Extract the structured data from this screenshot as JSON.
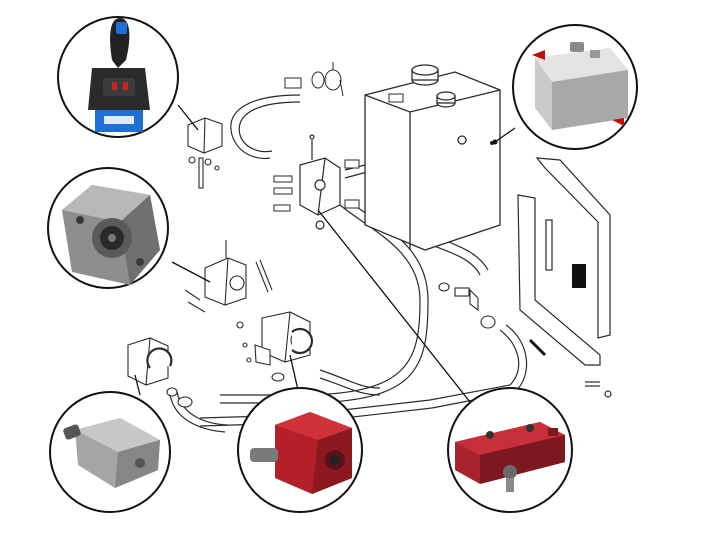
{
  "diagram": {
    "kind": "exploded hydraulic kit schematic",
    "colors": {
      "line": "#1a1a1a",
      "sketch": "#3a3a3a",
      "pump_red": "#b3202a",
      "valve_red": "#a8232c",
      "tank_steel": "#c9c9c9",
      "pto_gray": "#8e8e8e",
      "gear_pump_gray": "#a5a5a5",
      "joystick_black": "#222222",
      "joystick_blue": "#1e6fd6"
    },
    "callouts": [
      {
        "id": "joystick",
        "icon": "joystick-icon"
      },
      {
        "id": "pto-flange",
        "icon": "pto-flange-icon"
      },
      {
        "id": "axial-piston-pump",
        "icon": "piston-pump-icon"
      },
      {
        "id": "gear-pump",
        "icon": "gear-pump-icon"
      },
      {
        "id": "directional-valve",
        "icon": "valve-icon"
      },
      {
        "id": "oil-tank",
        "icon": "tank-icon"
      }
    ]
  }
}
